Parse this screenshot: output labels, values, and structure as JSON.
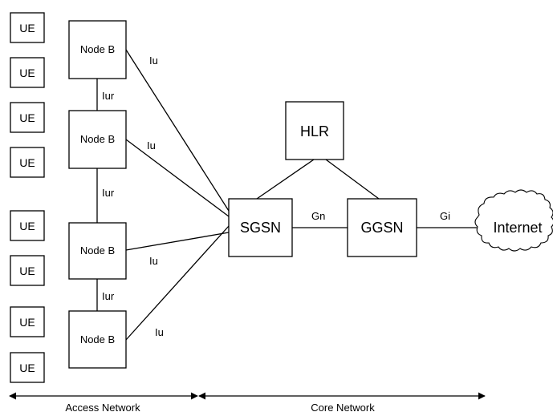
{
  "ue": {
    "label": "UE",
    "count": 8
  },
  "nodeb": {
    "label": "Node B"
  },
  "links": {
    "iu": "Iu",
    "iur": "Iur",
    "gn": "Gn",
    "gi": "Gi"
  },
  "core": {
    "sgsn": "SGSN",
    "ggsn": "GGSN",
    "hlr": "HLR"
  },
  "internet": "Internet",
  "footer": {
    "access": "Access Network",
    "core": "Core Network"
  }
}
